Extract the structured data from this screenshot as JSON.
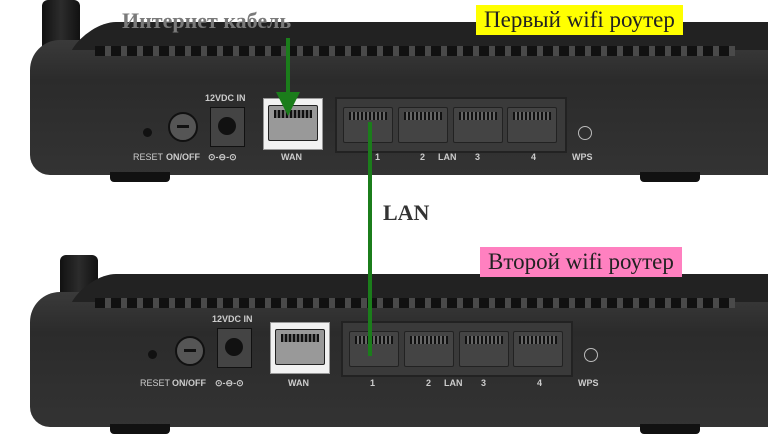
{
  "labels": {
    "internet_cable": "Интернет кабель",
    "first_router": "Первый wifi роутер",
    "second_router": "Второй wifi роутер",
    "lan_link": "LAN"
  },
  "colors": {
    "first_router_bg": "#ffff00",
    "second_router_bg": "#ff80c0",
    "cable": "#1b7d1b"
  },
  "router": {
    "reset": "RESET",
    "onoff": "ON/OFF",
    "power": "12VDC IN",
    "polarity": "⊙-⊖-⊙",
    "wan": "WAN",
    "lan": "LAN",
    "wps": "WPS",
    "ports": [
      "1",
      "2",
      "3",
      "4"
    ]
  }
}
